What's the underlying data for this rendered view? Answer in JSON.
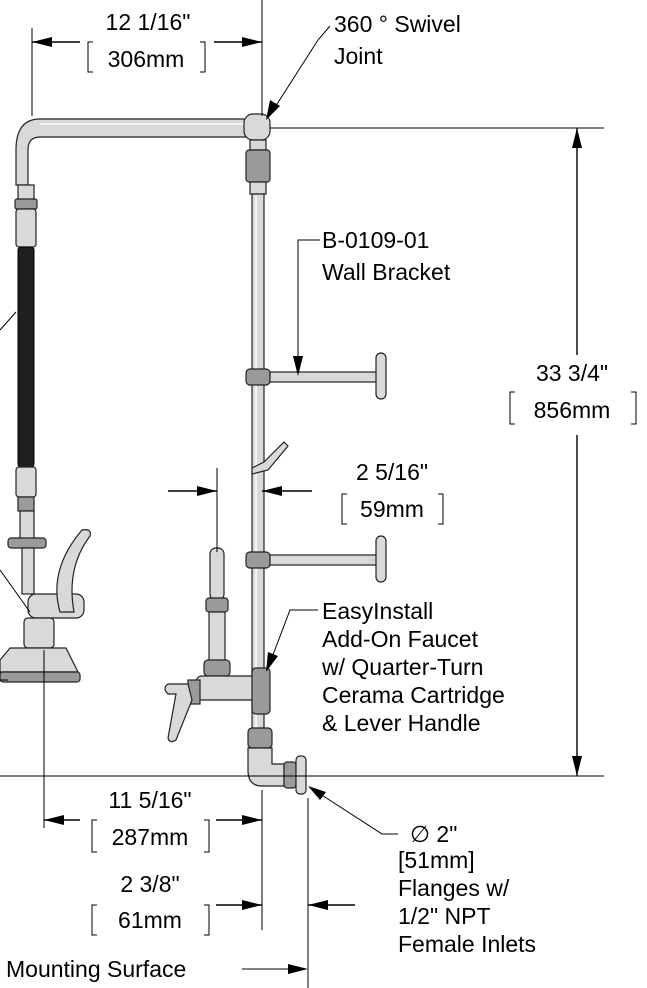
{
  "labels": {
    "top_width": "12 1/16\"",
    "top_width_mm": "306mm",
    "swivel_line1": "360 ° Swivel",
    "swivel_line2": "Joint",
    "bracket_line1": "B-0109-01",
    "bracket_line2": "Wall Bracket",
    "height": "33 3/4\"",
    "height_mm": "856mm",
    "spacing": "2 5/16\"",
    "spacing_mm": "59mm",
    "faucet_line1": "EasyInstall",
    "faucet_line2": "Add-On Faucet",
    "faucet_line3": "w/ Quarter-Turn",
    "faucet_line4": "Cerama Cartridge",
    "faucet_line5": "& Lever Handle",
    "reach": "11 5/16\"",
    "reach_mm": "287mm",
    "offset": "2 3/8\"",
    "offset_mm": "61mm",
    "flange_line1": "∅ 2\"",
    "flange_line2": "[51mm]",
    "flange_line3": "Flanges w/",
    "flange_line4": "1/2\" NPT",
    "flange_line5": "Female Inlets",
    "mounting_surface": "Mounting Surface"
  },
  "colors": {
    "line": "#000000",
    "chrome": "#d9d9d9",
    "hose": "#1e1e1e"
  }
}
